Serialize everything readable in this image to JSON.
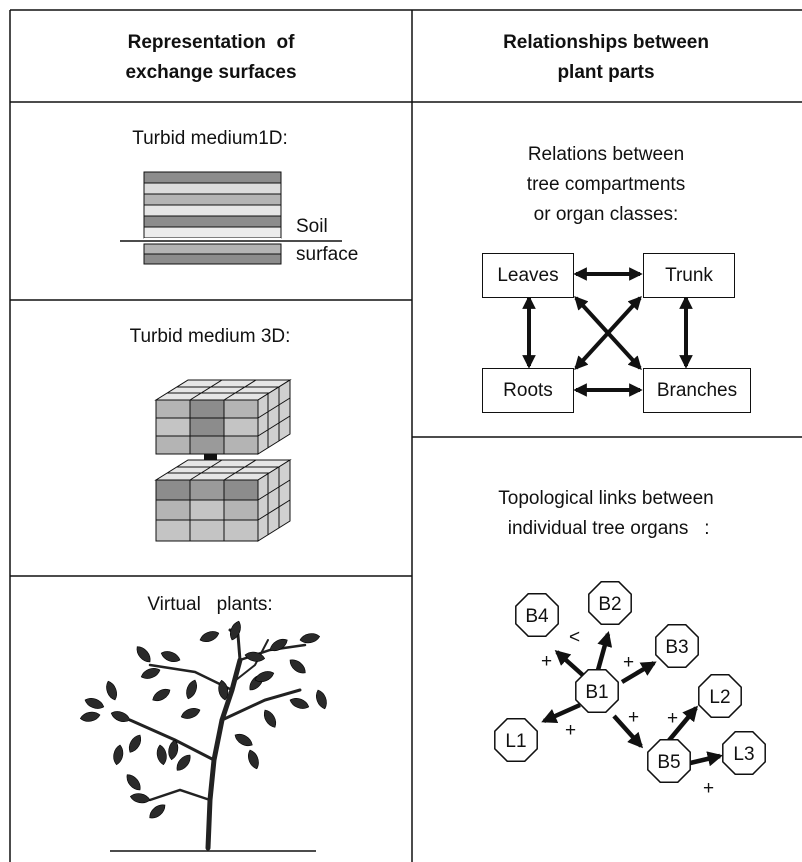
{
  "headers": {
    "left": "Representation  of\nexchange surfaces",
    "right": "Relationships between\nplant parts"
  },
  "left_panels": {
    "turbid1d": {
      "title": "Turbid medium1D:",
      "soil_label": "Soil",
      "surface_label": "surface"
    },
    "turbid3d": {
      "title": "Turbid medium 3D:"
    },
    "virtual": {
      "title": "Virtual   plants:"
    }
  },
  "right_panels": {
    "compartments": {
      "title": "Relations between\ntree compartments\nor organ classes:",
      "boxes": {
        "leaves": "Leaves",
        "trunk": "Trunk",
        "roots": "Roots",
        "branches": "Branches"
      }
    },
    "topology": {
      "title": "Topological links between\n individual tree organs   :",
      "nodes": [
        "B1",
        "B2",
        "B3",
        "B4",
        "B5",
        "L1",
        "L2",
        "L3"
      ],
      "marks": [
        "<",
        "+",
        "+",
        "+",
        "+",
        "+",
        "+"
      ]
    }
  },
  "colors": {
    "line": "#111111",
    "dark_gray": "#8c8c8c",
    "mid_gray": "#b4b4b4",
    "light_gray": "#dcdcdc"
  }
}
